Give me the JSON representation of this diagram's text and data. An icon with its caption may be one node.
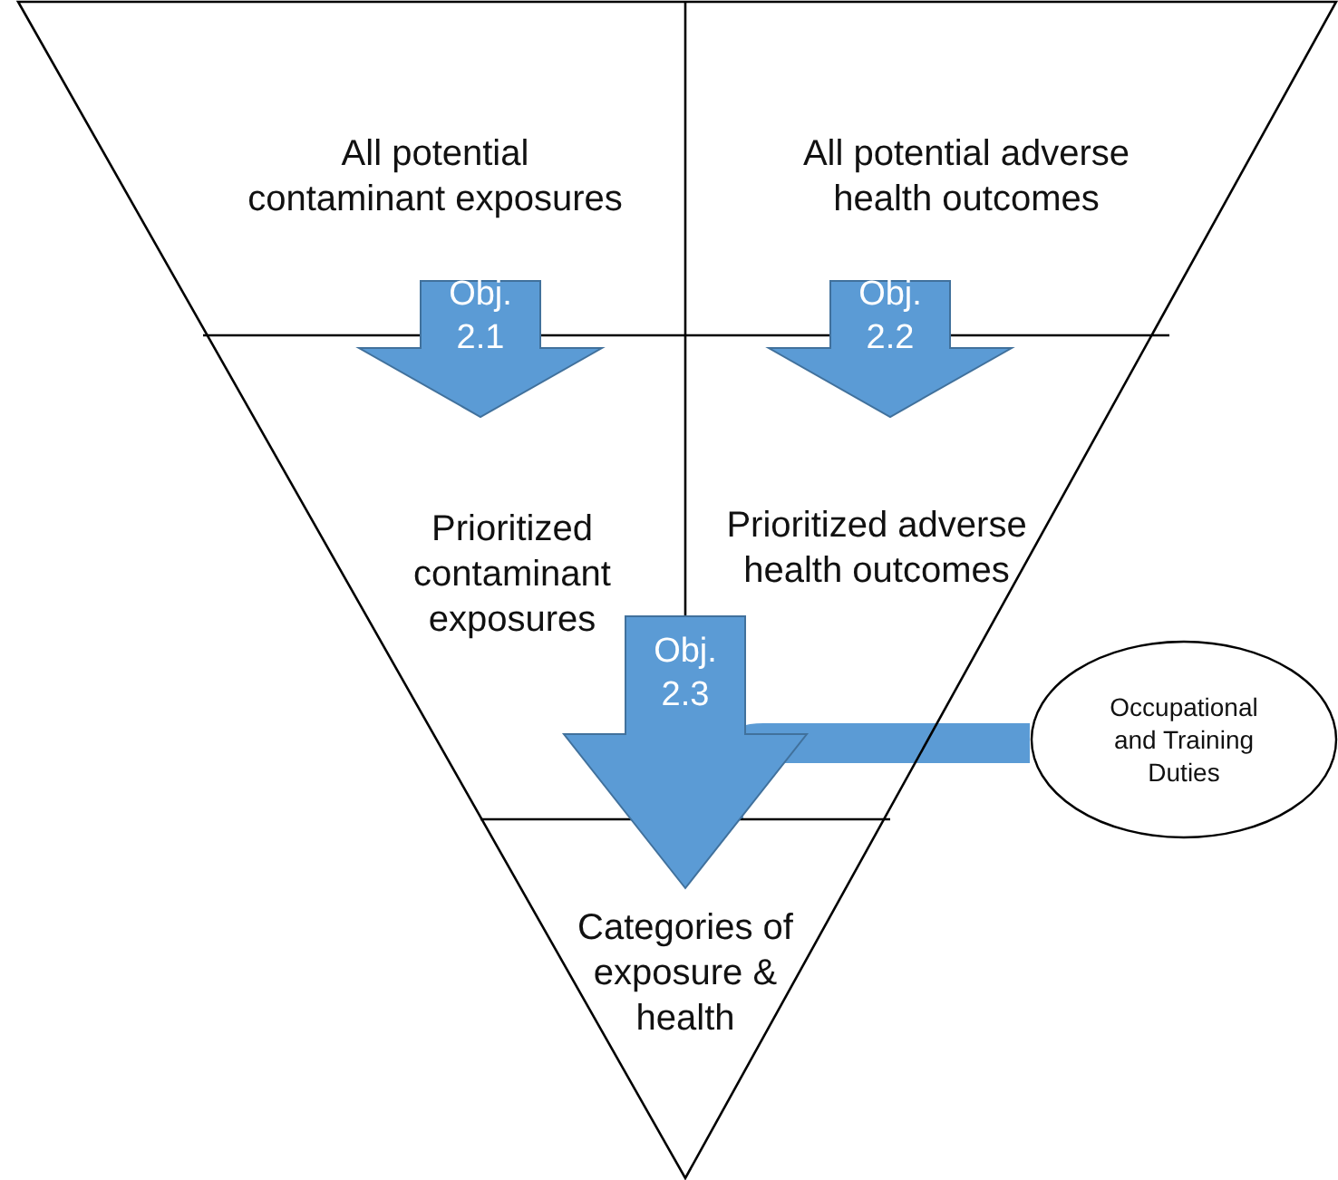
{
  "diagram": {
    "nodes": [
      {
        "text": [
          "All potential contaminant exposures"
        ]
      },
      {
        "text": [
          "All potential adverse health outcomes"
        ]
      },
      {
        "text": [
          "Prioritized contaminant exposures"
        ]
      },
      {
        "text": [
          "Prioritized adverse health outcomes"
        ]
      },
      {
        "text": [
          "Categories of exposure & health"
        ]
      },
      {
        "text": [
          "Occupational and Training Duties"
        ]
      }
    ],
    "edges": [
      {
        "from": 0,
        "to": 2,
        "arrow": "to",
        "label": "Obj. 2.1"
      },
      {
        "from": 1,
        "to": 3,
        "arrow": "to",
        "label": "Obj. 2.2"
      },
      {
        "from": 2,
        "to": 4,
        "arrow": "to",
        "label": "Obj. 2.3"
      },
      {
        "from": 3,
        "to": 4,
        "arrow": "to"
      },
      {
        "from": 5,
        "to": 4,
        "arrow": "none"
      }
    ]
  }
}
